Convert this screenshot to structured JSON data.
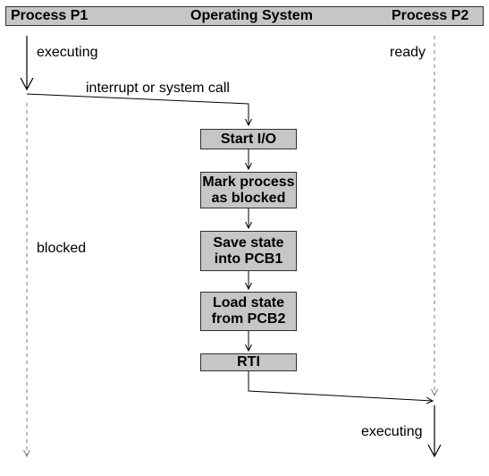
{
  "header": {
    "left_title": "Process P1",
    "center_title": "Operating System",
    "right_title": "Process P2",
    "bar_color": "#c6c6c6"
  },
  "labels": {
    "p1_executing": "executing",
    "p2_ready": "ready",
    "interrupt": "interrupt or system call",
    "p1_blocked": "blocked",
    "p2_executing": "executing"
  },
  "steps": [
    {
      "label": "Start I/O"
    },
    {
      "label": "Mark process\nas blocked"
    },
    {
      "label": "Save state\ninto PCB1"
    },
    {
      "label": "Load state\nfrom PCB2"
    },
    {
      "label": "RTI"
    }
  ],
  "colors": {
    "box_fill": "#c6c6c6",
    "line": "#000000",
    "dashed": "#7a7a7a"
  }
}
